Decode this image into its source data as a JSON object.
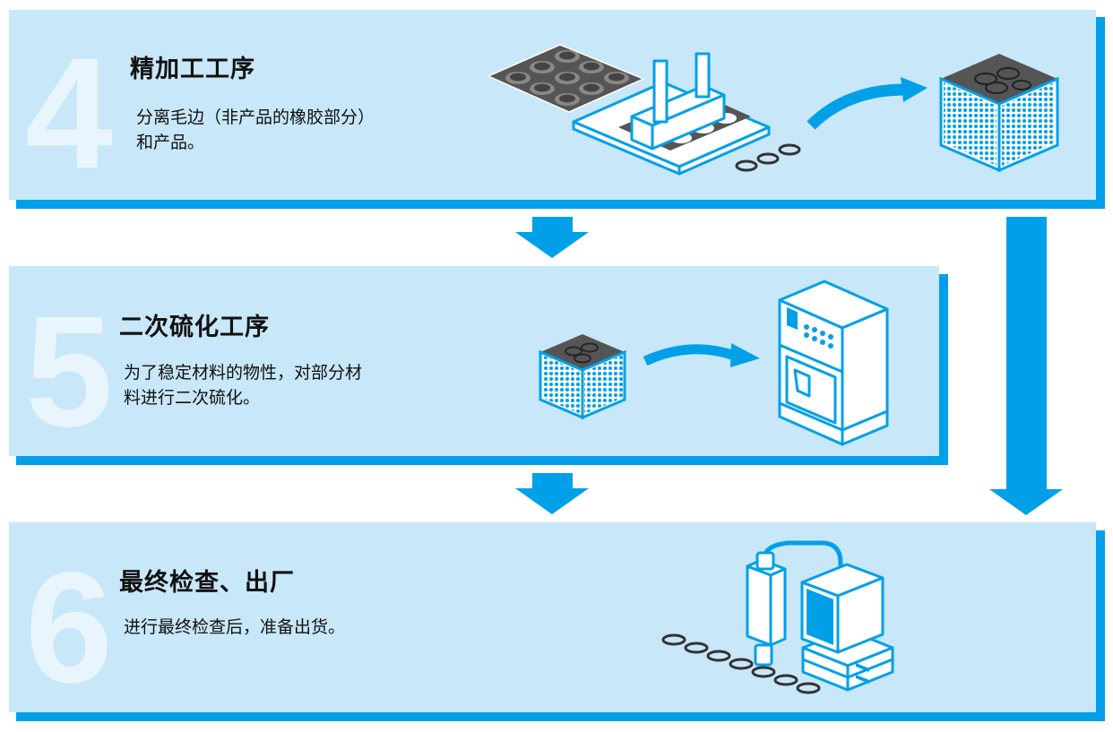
{
  "colors": {
    "panel": "#c8e7f8",
    "accent": "#00a0e9",
    "number": "#e8f5fd",
    "rubber": "#555555"
  },
  "steps": [
    {
      "number": "4",
      "title": "精加工工序",
      "description_lines": [
        "分离毛边（非产品的橡胶部分）",
        "和产品。"
      ],
      "illustration": [
        "rubber-sheet-icon",
        "trimming-press-icon",
        "o-ring-icon",
        "curved-arrow-icon",
        "mesh-basket-icon"
      ]
    },
    {
      "number": "5",
      "title": "二次硫化工序",
      "description_lines": [
        "为了稳定材料的物性，对部分材",
        "料进行二次硫化。"
      ],
      "illustration": [
        "mesh-basket-icon",
        "curved-arrow-icon",
        "oven-icon"
      ]
    },
    {
      "number": "6",
      "title": "最终检查、出厂",
      "description_lines": [
        "进行最终检查后，准备出货。"
      ],
      "illustration": [
        "o-ring-row-icon",
        "inspection-camera-icon",
        "computer-icon"
      ]
    }
  ],
  "flow_arrows": [
    {
      "from": "4",
      "to": "5"
    },
    {
      "from": "5",
      "to": "6"
    },
    {
      "from": "4",
      "to": "6",
      "note": "bypass"
    }
  ]
}
